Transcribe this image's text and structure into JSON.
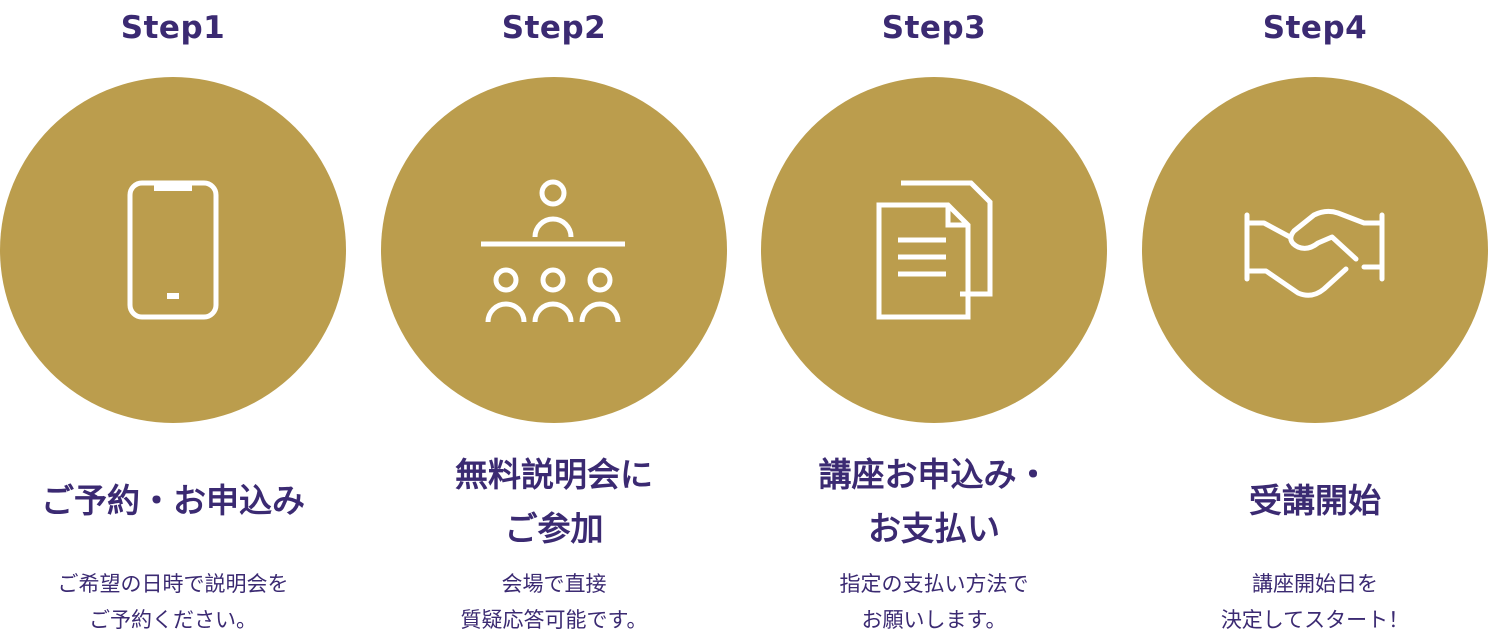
{
  "colors": {
    "accent": "#3b2a72",
    "circle": "#bb9d4d",
    "icon": "#ffffff"
  },
  "steps": [
    {
      "label": "Step1",
      "icon": "smartphone-icon",
      "title_lines": [
        "ご予約・お申込み"
      ],
      "desc_lines": [
        "ご希望の日時で説明会を",
        "ご予約ください。"
      ]
    },
    {
      "label": "Step2",
      "icon": "seminar-audience-icon",
      "title_lines": [
        "無料説明会に",
        "ご参加"
      ],
      "desc_lines": [
        "会場で直接",
        "質疑応答可能です。"
      ]
    },
    {
      "label": "Step3",
      "icon": "documents-icon",
      "title_lines": [
        "講座お申込み・",
        "お支払い"
      ],
      "desc_lines": [
        "指定の支払い方法で",
        "お願いします。"
      ]
    },
    {
      "label": "Step4",
      "icon": "handshake-icon",
      "title_lines": [
        "受講開始"
      ],
      "desc_lines": [
        "講座開始日を",
        "決定してスタート！"
      ]
    }
  ]
}
